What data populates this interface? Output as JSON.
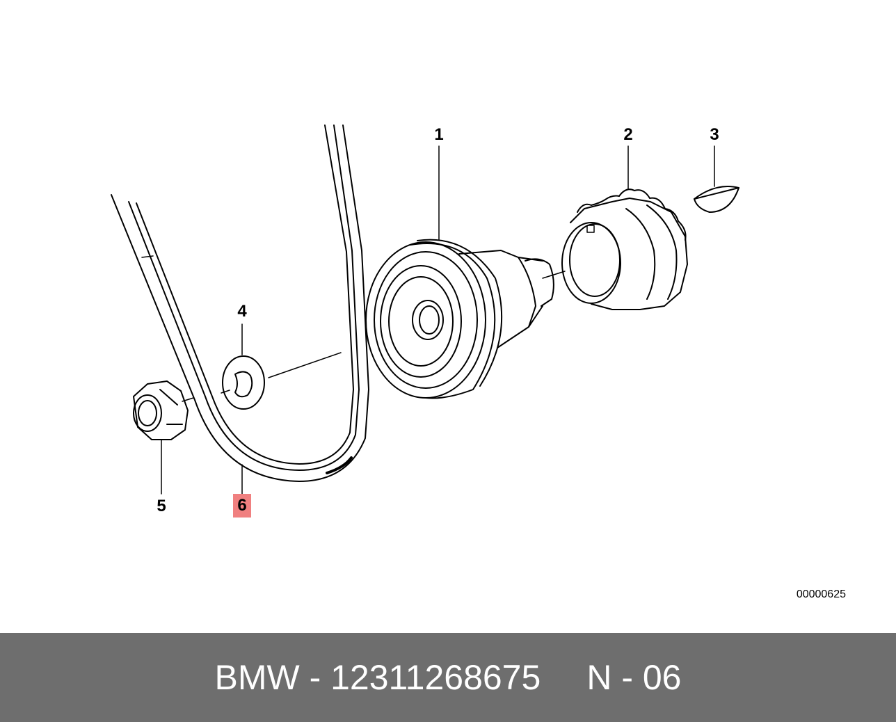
{
  "callouts": {
    "c1": "1",
    "c2": "2",
    "c3": "3",
    "c4": "4",
    "c5": "5",
    "c6": "6"
  },
  "highlight_color": "#f08080",
  "reference_number": "00000625",
  "footer": {
    "part_label": "BMW - 12311268675",
    "position_label": "N - 06",
    "background": "#6e6e6e"
  }
}
